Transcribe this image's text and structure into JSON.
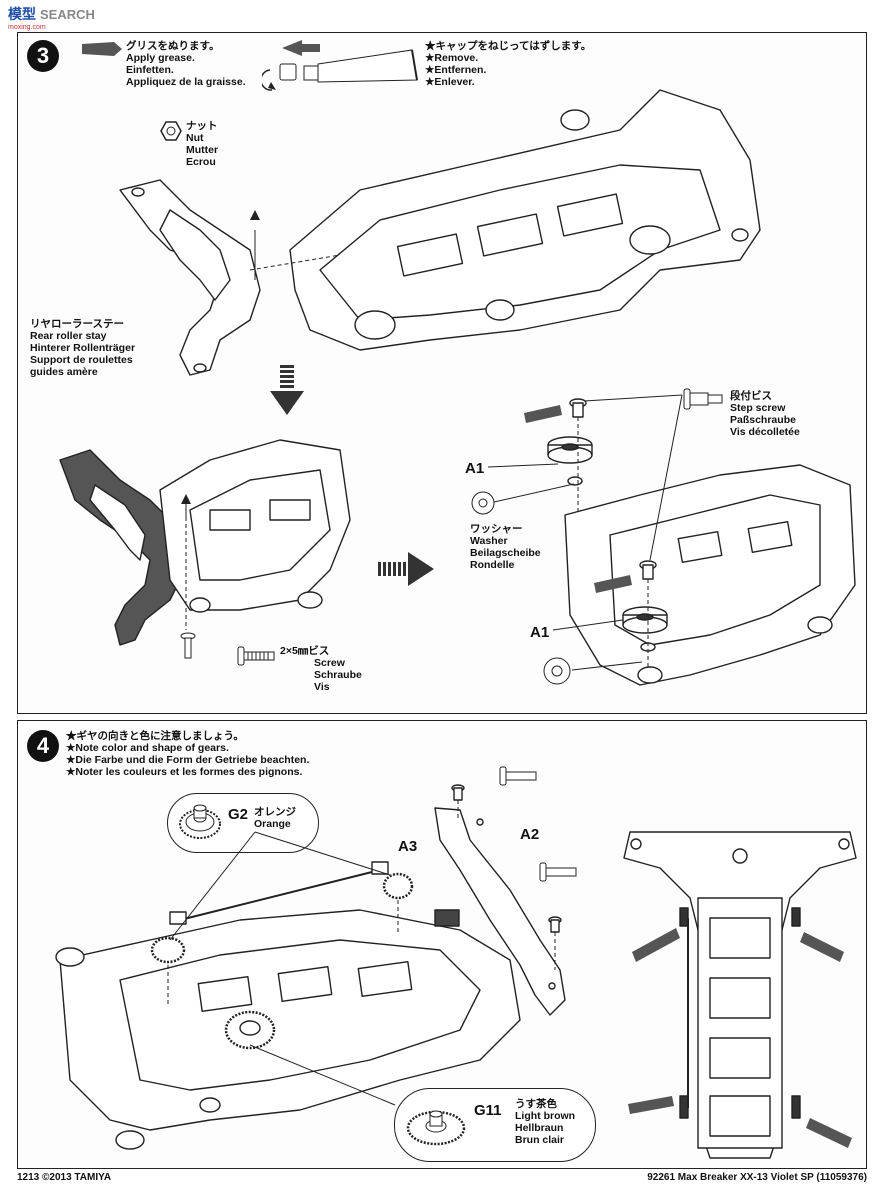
{
  "watermark": {
    "brand": "模型",
    "name": "SEARCH",
    "url": "moxing.com"
  },
  "step3": {
    "number": "3",
    "grease": [
      "グリスをぬります。",
      "Apply grease.",
      "Einfetten.",
      "Appliquez de la graisse."
    ],
    "cap": [
      "★キャップをねじってはずします。",
      "★Remove.",
      "★Entfernen.",
      "★Enlever."
    ],
    "nut": [
      "ナット",
      "Nut",
      "Mutter",
      "Ecrou"
    ],
    "rear_stay": [
      "リヤローラーステー",
      "Rear roller stay",
      "Hinterer Rollenträger",
      "Support de roulettes",
      "guides amère"
    ],
    "step_screw": [
      "段付ビス",
      "Step screw",
      "Paßschraube",
      "Vis décolletée"
    ],
    "washer": [
      "ワッシャー",
      "Washer",
      "Beilagscheibe",
      "Rondelle"
    ],
    "screw": [
      "2×5㎜ビス",
      "Screw",
      "Schraube",
      "Vis"
    ],
    "a1_top": "A1",
    "a1_bottom": "A1"
  },
  "step4": {
    "number": "4",
    "notes": [
      "★ギヤの向きと色に注意しましょう。",
      "★Note color and shape of gears.",
      "★Die Farbe und die Form der Getriebe beachten.",
      "★Noter les couleurs et les formes des pignons."
    ],
    "g2_code": "G2",
    "g2": [
      "オレンジ",
      "Orange"
    ],
    "g11_code": "G11",
    "g11": [
      "うす茶色",
      "Light brown",
      "Hellbraun",
      "Brun clair"
    ],
    "a3": "A3",
    "a2": "A2"
  },
  "footer": {
    "left": "1213 ©2013 TAMIYA",
    "right": "92261 Max Breaker XX-13 Violet SP (11059376)"
  }
}
